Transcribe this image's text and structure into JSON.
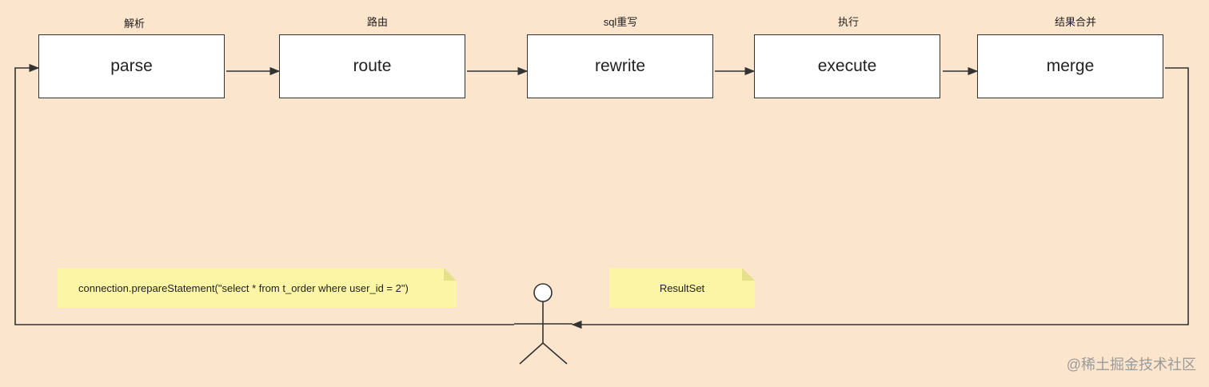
{
  "stages": [
    {
      "label": "解析",
      "name": "parse"
    },
    {
      "label": "路由",
      "name": "route"
    },
    {
      "label": "sql重写",
      "name": "rewrite"
    },
    {
      "label": "执行",
      "name": "execute"
    },
    {
      "label": "结果合并",
      "name": "merge"
    }
  ],
  "notes": {
    "statement": "connection.prepareStatement(\"select * from t_order where user_id = 2\")",
    "result": "ResultSet"
  },
  "watermark": "@稀土掘金技术社区",
  "colors": {
    "background": "#fce5cd",
    "box_fill": "#ffffff",
    "stroke": "#333333",
    "note_fill": "#fdf5a6"
  }
}
